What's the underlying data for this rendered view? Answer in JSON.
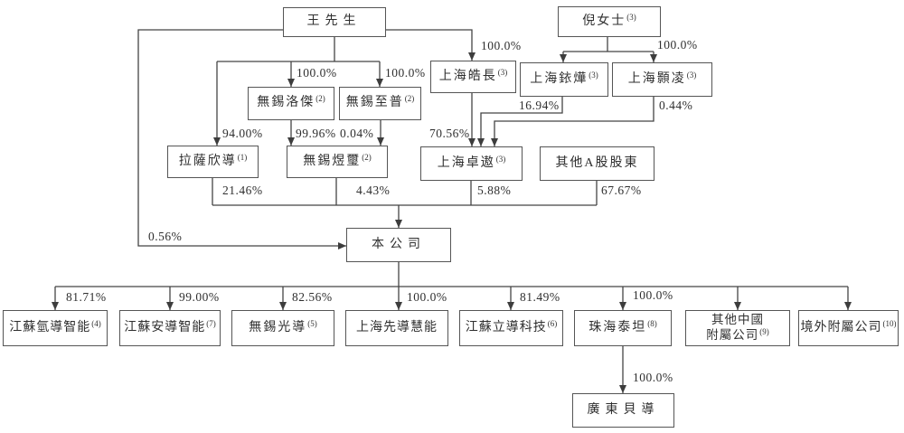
{
  "diagram": {
    "title": "shareholding-structure",
    "nodes": {
      "wang": {
        "label": "王先生",
        "sup": ""
      },
      "ni": {
        "label": "倪女士",
        "sup": "(3)"
      },
      "haochang": {
        "label": "上海皓長",
        "sup": "(3)"
      },
      "yiye": {
        "label": "上海銥燁",
        "sup": "(3)"
      },
      "haoling": {
        "label": "上海顥凌",
        "sup": "(3)"
      },
      "luojie": {
        "label": "無錫洛傑",
        "sup": "(2)"
      },
      "zhipu": {
        "label": "無錫至普",
        "sup": "(2)"
      },
      "lasa": {
        "label": "拉薩欣導",
        "sup": "(1)"
      },
      "yuxi": {
        "label": "無錫煜璽",
        "sup": "(2)"
      },
      "zhuoao": {
        "label": "上海卓遨",
        "sup": "(3)"
      },
      "other_a": {
        "label": "其他A股股東",
        "sup": ""
      },
      "company": {
        "label": "本公司",
        "sup": ""
      },
      "qingdao": {
        "label": "江蘇氫導智能",
        "sup": "(4)"
      },
      "andao": {
        "label": "江蘇安導智能",
        "sup": "(7)"
      },
      "guangdao": {
        "label": "無錫光導",
        "sup": "(5)"
      },
      "xiandao": {
        "label": "上海先導慧能",
        "sup": ""
      },
      "lidao": {
        "label": "江蘇立導科技",
        "sup": "(6)"
      },
      "taitan": {
        "label": "珠海泰坦",
        "sup": "(8)"
      },
      "other_china": {
        "line1": "其他中國",
        "line2": "附屬公司",
        "sup": "(9)"
      },
      "overseas": {
        "label": "境外附屬公司",
        "sup": "(10)"
      },
      "beidao": {
        "label": "廣東貝導",
        "sup": ""
      }
    },
    "percentages": {
      "wang_to_luojie": "100.0%",
      "wang_to_zhipu": "100.0%",
      "wang_to_haochang": "100.0%",
      "ni_to_subsidiaries": "100.0%",
      "wang_to_lasa": "94.00%",
      "luojie_to_yuxi": "99.96%",
      "zhipu_to_yuxi": "0.04%",
      "haochang_to_zhuoao": "70.56%",
      "yiye_to_zhuoao": "16.94%",
      "haoling_to_zhuoao": "0.44%",
      "lasa_to_company": "21.46%",
      "yuxi_to_company": "4.43%",
      "zhuoao_to_company": "5.88%",
      "other_a_to_company": "67.67%",
      "wang_to_company": "0.56%",
      "company_to_qingdao": "81.71%",
      "company_to_andao": "99.00%",
      "company_to_guangdao": "82.56%",
      "company_to_xiandao": "100.0%",
      "company_to_lidao": "81.49%",
      "company_to_taitan": "100.0%",
      "taitan_to_beidao": "100.0%"
    },
    "colors": {
      "line": "#444444",
      "border": "#555555",
      "text": "#2f2f2f",
      "background": "#ffffff"
    }
  }
}
